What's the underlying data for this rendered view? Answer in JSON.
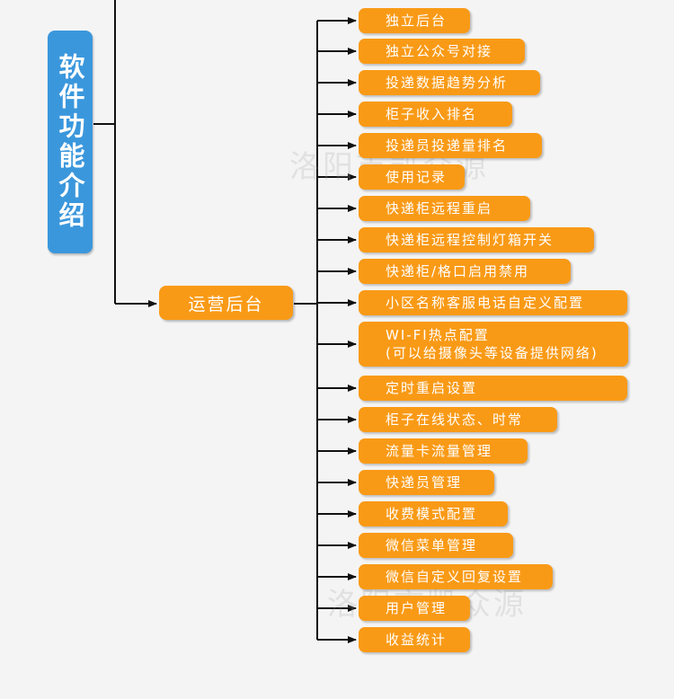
{
  "root": {
    "label": "软件功能介绍"
  },
  "middle": {
    "label": "运营后台"
  },
  "items": [
    {
      "label": "独立后台"
    },
    {
      "label": "独立公众号对接"
    },
    {
      "label": "投递数据趋势分析"
    },
    {
      "label": "柜子收入排名"
    },
    {
      "label": "投递员投递量排名"
    },
    {
      "label": "使用记录"
    },
    {
      "label": "快递柜远程重启"
    },
    {
      "label": "快递柜远程控制灯箱开关"
    },
    {
      "label": "快递柜/格口启用禁用"
    },
    {
      "label": "小区名称客服电话自定义配置"
    },
    {
      "label": "WI-FI热点配置",
      "sublabel": "(可以给摄像头等设备提供网络)"
    },
    {
      "label": "定时重启设置"
    },
    {
      "label": "柜子在线状态、时常"
    },
    {
      "label": "流量卡流量管理"
    },
    {
      "label": "快递员管理"
    },
    {
      "label": "收费模式配置"
    },
    {
      "label": "微信菜单管理"
    },
    {
      "label": "微信自定义回复设置"
    },
    {
      "label": "用户管理"
    },
    {
      "label": "收益统计"
    }
  ],
  "watermark": {
    "text": "洛阳市凯众源"
  },
  "colors": {
    "root": "#3b97dc",
    "node": "#f99a16",
    "line": "#111111",
    "background": "#f4f4f4"
  }
}
